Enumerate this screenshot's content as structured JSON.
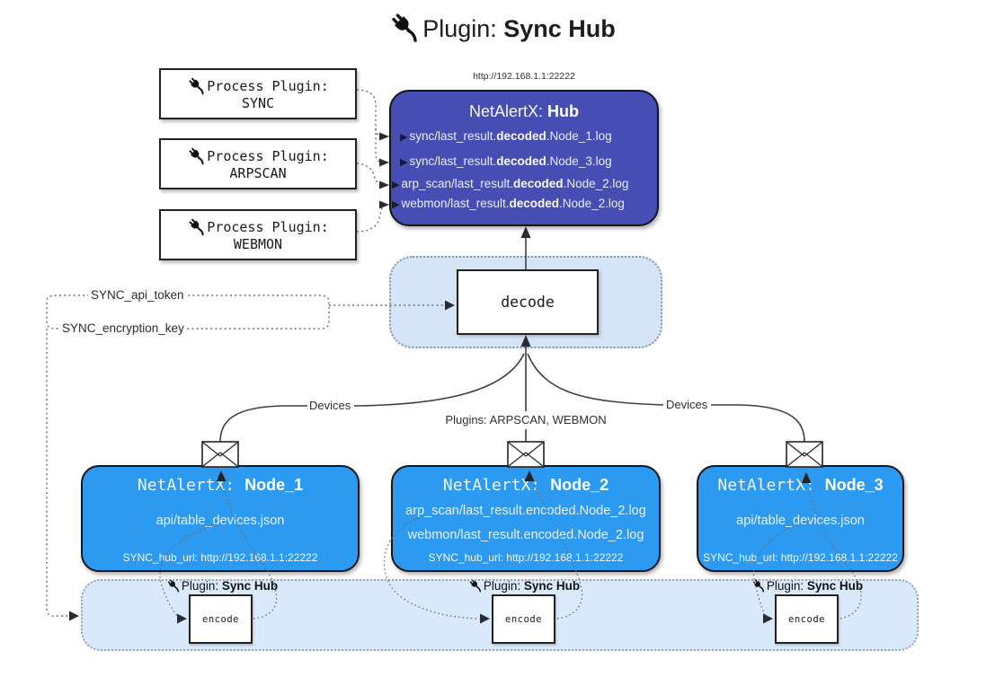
{
  "title": {
    "prefix": "Plugin:",
    "name": "Sync Hub"
  },
  "hub": {
    "url": "http://192.168.1.1:22222",
    "name_prefix": "NetAlertX:",
    "name": "Hub",
    "arrow": "▶",
    "lines": [
      {
        "pre": "sync/last_result.",
        "bold": "decoded",
        "post": ".Node_1.log"
      },
      {
        "pre": "sync/last_result.",
        "bold": "decoded",
        "post": ".Node_3.log"
      },
      {
        "pre": "arp_scan/last_result.",
        "bold": "decoded",
        "post": ".Node_2.log"
      },
      {
        "pre": "webmon/last_result.",
        "bold": "decoded",
        "post": ".Node_2.log"
      }
    ]
  },
  "process_plugins": [
    {
      "label": "Process Plugin:",
      "name": "SYNC"
    },
    {
      "label": "Process Plugin:",
      "name": "ARPSCAN"
    },
    {
      "label": "Process Plugin:",
      "name": "WEBMON"
    }
  ],
  "settings": {
    "api_token": "SYNC_api_token",
    "encryption_key": "SYNC_encryption_key"
  },
  "decode_label": "decode",
  "edges": {
    "devices_left": "Devices",
    "plugins_center": "Plugins: ARPSCAN, WEBMON",
    "devices_right": "Devices"
  },
  "nodes": [
    {
      "name_prefix": "NetAlertX:",
      "name": "Node_1",
      "files": [
        "api/table_devices.json"
      ],
      "hub_url": "SYNC_hub_url: http://192.168.1.1:22222"
    },
    {
      "name_prefix": "NetAlertX:",
      "name": "Node_2",
      "files": [
        "arp_scan/last_result.encoded.Node_2.log",
        "webmon/last_result.encoded.Node_2.log"
      ],
      "hub_url": "SYNC_hub_url: http://192.168.1.1:22222"
    },
    {
      "name_prefix": "NetAlertX:",
      "name": "Node_3",
      "files": [
        "api/table_devices.json"
      ],
      "hub_url": "SYNC_hub_url: http://192.168.1.1:22222"
    }
  ],
  "encode": {
    "plugin_prefix": "Plugin:",
    "plugin_name": "Sync Hub",
    "label": "encode"
  },
  "colors": {
    "hub_fill": "#474eb3",
    "node_fill": "#2b9af0",
    "decode_panel_fill": "#d5e5f7",
    "encode_panel_fill": "#dae9fb",
    "solid_line": "#3f3f3f",
    "dotted_line": "#6e6e6e"
  }
}
